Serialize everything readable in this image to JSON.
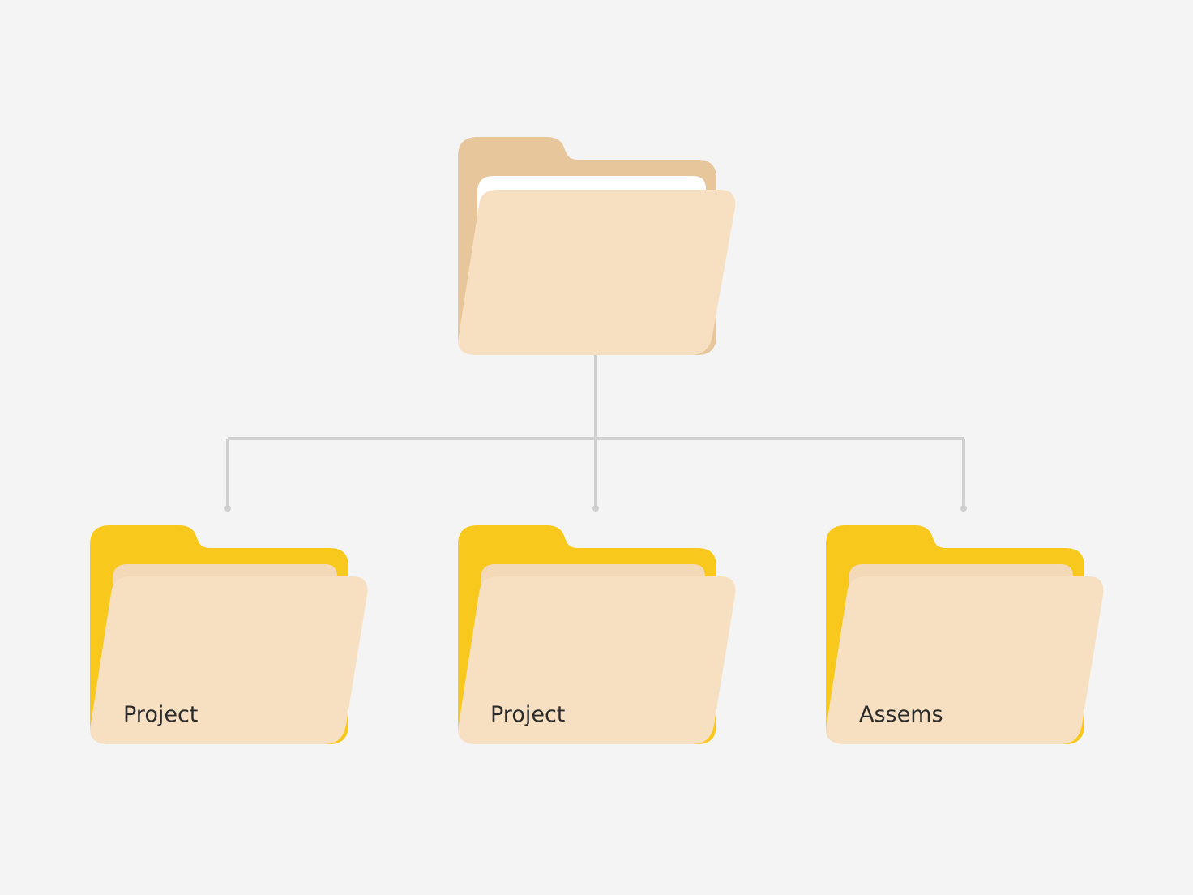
{
  "diagram": {
    "root": {
      "icon": "folder-open-icon",
      "label": "",
      "colors": {
        "back": "#e6c69a",
        "paper": "#ffffff",
        "front": "#f7e0c2"
      }
    },
    "children": [
      {
        "label": "Project",
        "icon": "folder-icon"
      },
      {
        "label": "Project",
        "icon": "folder-icon"
      },
      {
        "label": "Assems",
        "icon": "folder-icon"
      }
    ],
    "child_colors": {
      "back": "#f8c91c",
      "paper": "#f3d9b7",
      "front": "#f7e0c2"
    },
    "connector_color": "#cfcfcf",
    "background": "#f4f4f4"
  }
}
